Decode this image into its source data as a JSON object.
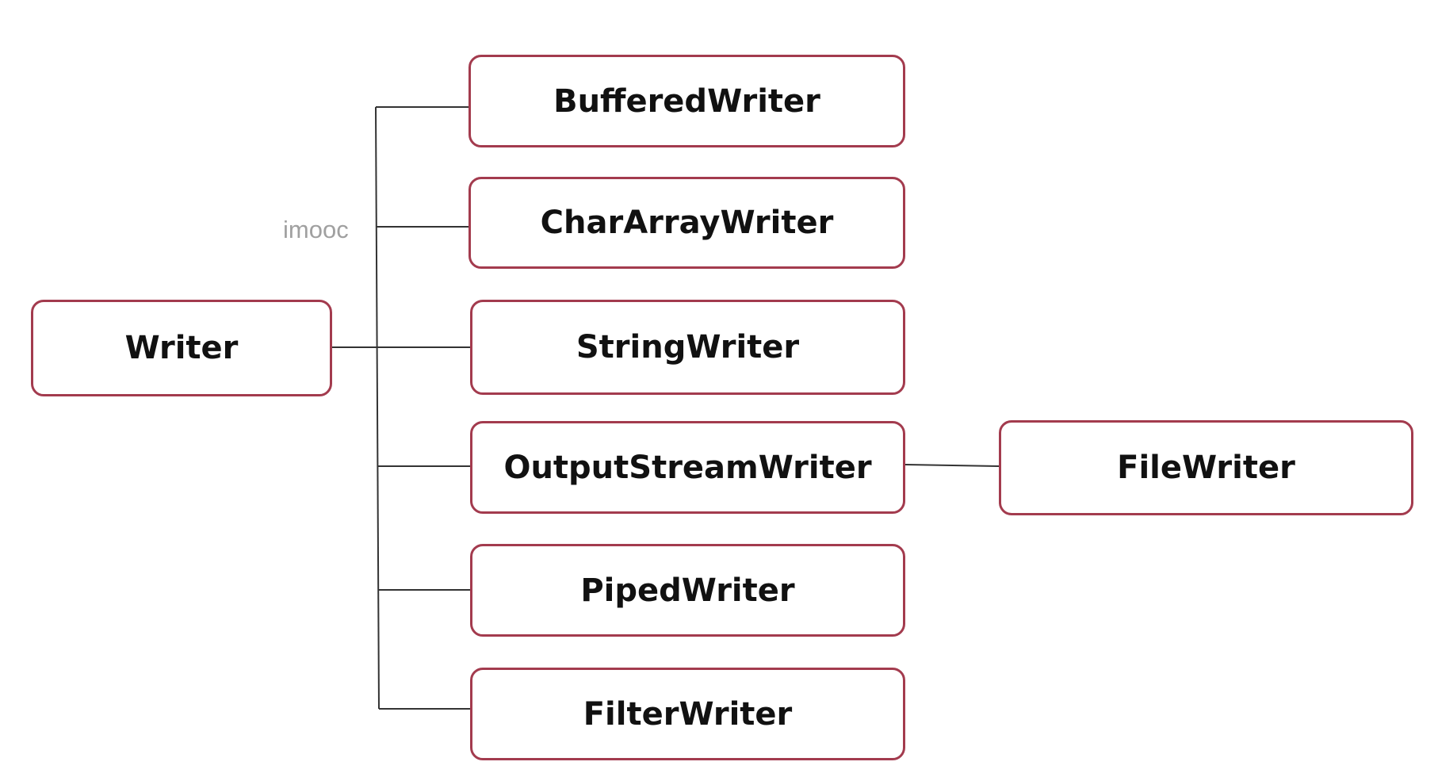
{
  "diagram": {
    "root": "Writer",
    "children": [
      "BufferedWriter",
      "CharArrayWriter",
      "StringWriter",
      "OutputStreamWriter",
      "PipedWriter",
      "FilterWriter"
    ],
    "grandchild": {
      "parent": "OutputStreamWriter",
      "label": "FileWriter"
    },
    "watermark": "imooc",
    "colors": {
      "box_border": "#a33b4e",
      "connector": "#333333",
      "text": "#111111",
      "watermark": "#a0a0a0"
    }
  }
}
